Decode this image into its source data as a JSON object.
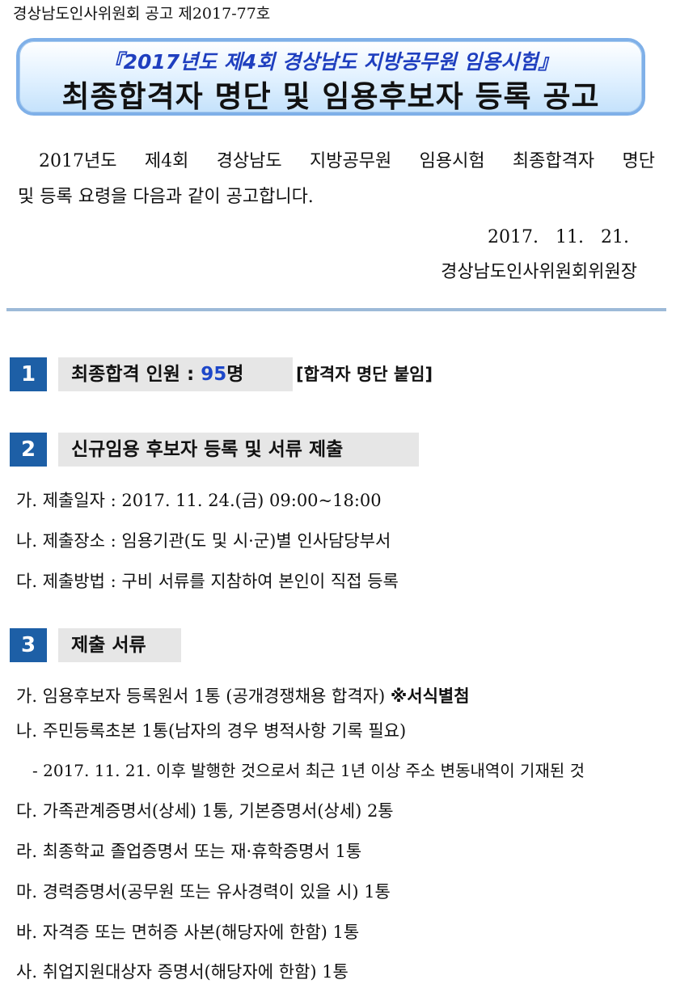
{
  "notice_number": "경상남도인사위원회 공고 제2017-77호",
  "banner": {
    "subtitle": "『2017년도 제4회 경상남도 지방공무원 임용시험』",
    "title": "최종합격자 명단 및 임용후보자 등록 공고"
  },
  "intro": {
    "line1": "2017년도 제4회 경상남도 지방공무원 임용시험 최종합격자 명단",
    "line2": "및 등록 요령을 다음과 같이 공고합니다."
  },
  "date": "2017. 11. 21.",
  "signer": "경상남도인사위원회위원장",
  "sections": [
    {
      "number": "1",
      "title_prefix": "최종합격 인원 : ",
      "title_value": "95",
      "title_suffix": "명",
      "note": "[합격자 명단 붙임]"
    },
    {
      "number": "2",
      "title": "신규임용 후보자 등록 및 서류 제출",
      "items": [
        "가. 제출일자 : 2017. 11. 24.(금) 09:00~18:00",
        "나. 제출장소 : 임용기관(도 및 시·군)별 인사담당부서",
        "다. 제출방법 : 구비 서류를 지참하여 본인이 직접 등록"
      ]
    },
    {
      "number": "3",
      "title": "제출 서류",
      "item1_text": "가. 임용후보자 등록원서 1통 (공개경쟁채용 합격자) ",
      "item1_mark": "※서식별첨",
      "items": [
        "나. 주민등록초본 1통(남자의 경우 병적사항 기록 필요)",
        "- 2017. 11. 21. 이후 발행한 것으로서 최근 1년 이상 주소 변동내역이 기재된 것",
        "다. 가족관계증명서(상세) 1통, 기본증명서(상세) 2통",
        "라. 최종학교 졸업증명서 또는 재·휴학증명서 1통",
        "마. 경력증명서(공무원 또는 유사경력이 있을 시) 1통",
        "바. 자격증 또는 면허증 사본(해당자에 한함) 1통",
        "사. 취업지원대상자 증명서(해당자에 한함) 1통"
      ]
    }
  ],
  "colors": {
    "section_number_bg": "#1d5fa6",
    "section_bar_bg": "#e6e6e6",
    "accent_blue": "#1d47c9",
    "banner_border": "#7fb0e8",
    "rule": "#9dbad8"
  }
}
